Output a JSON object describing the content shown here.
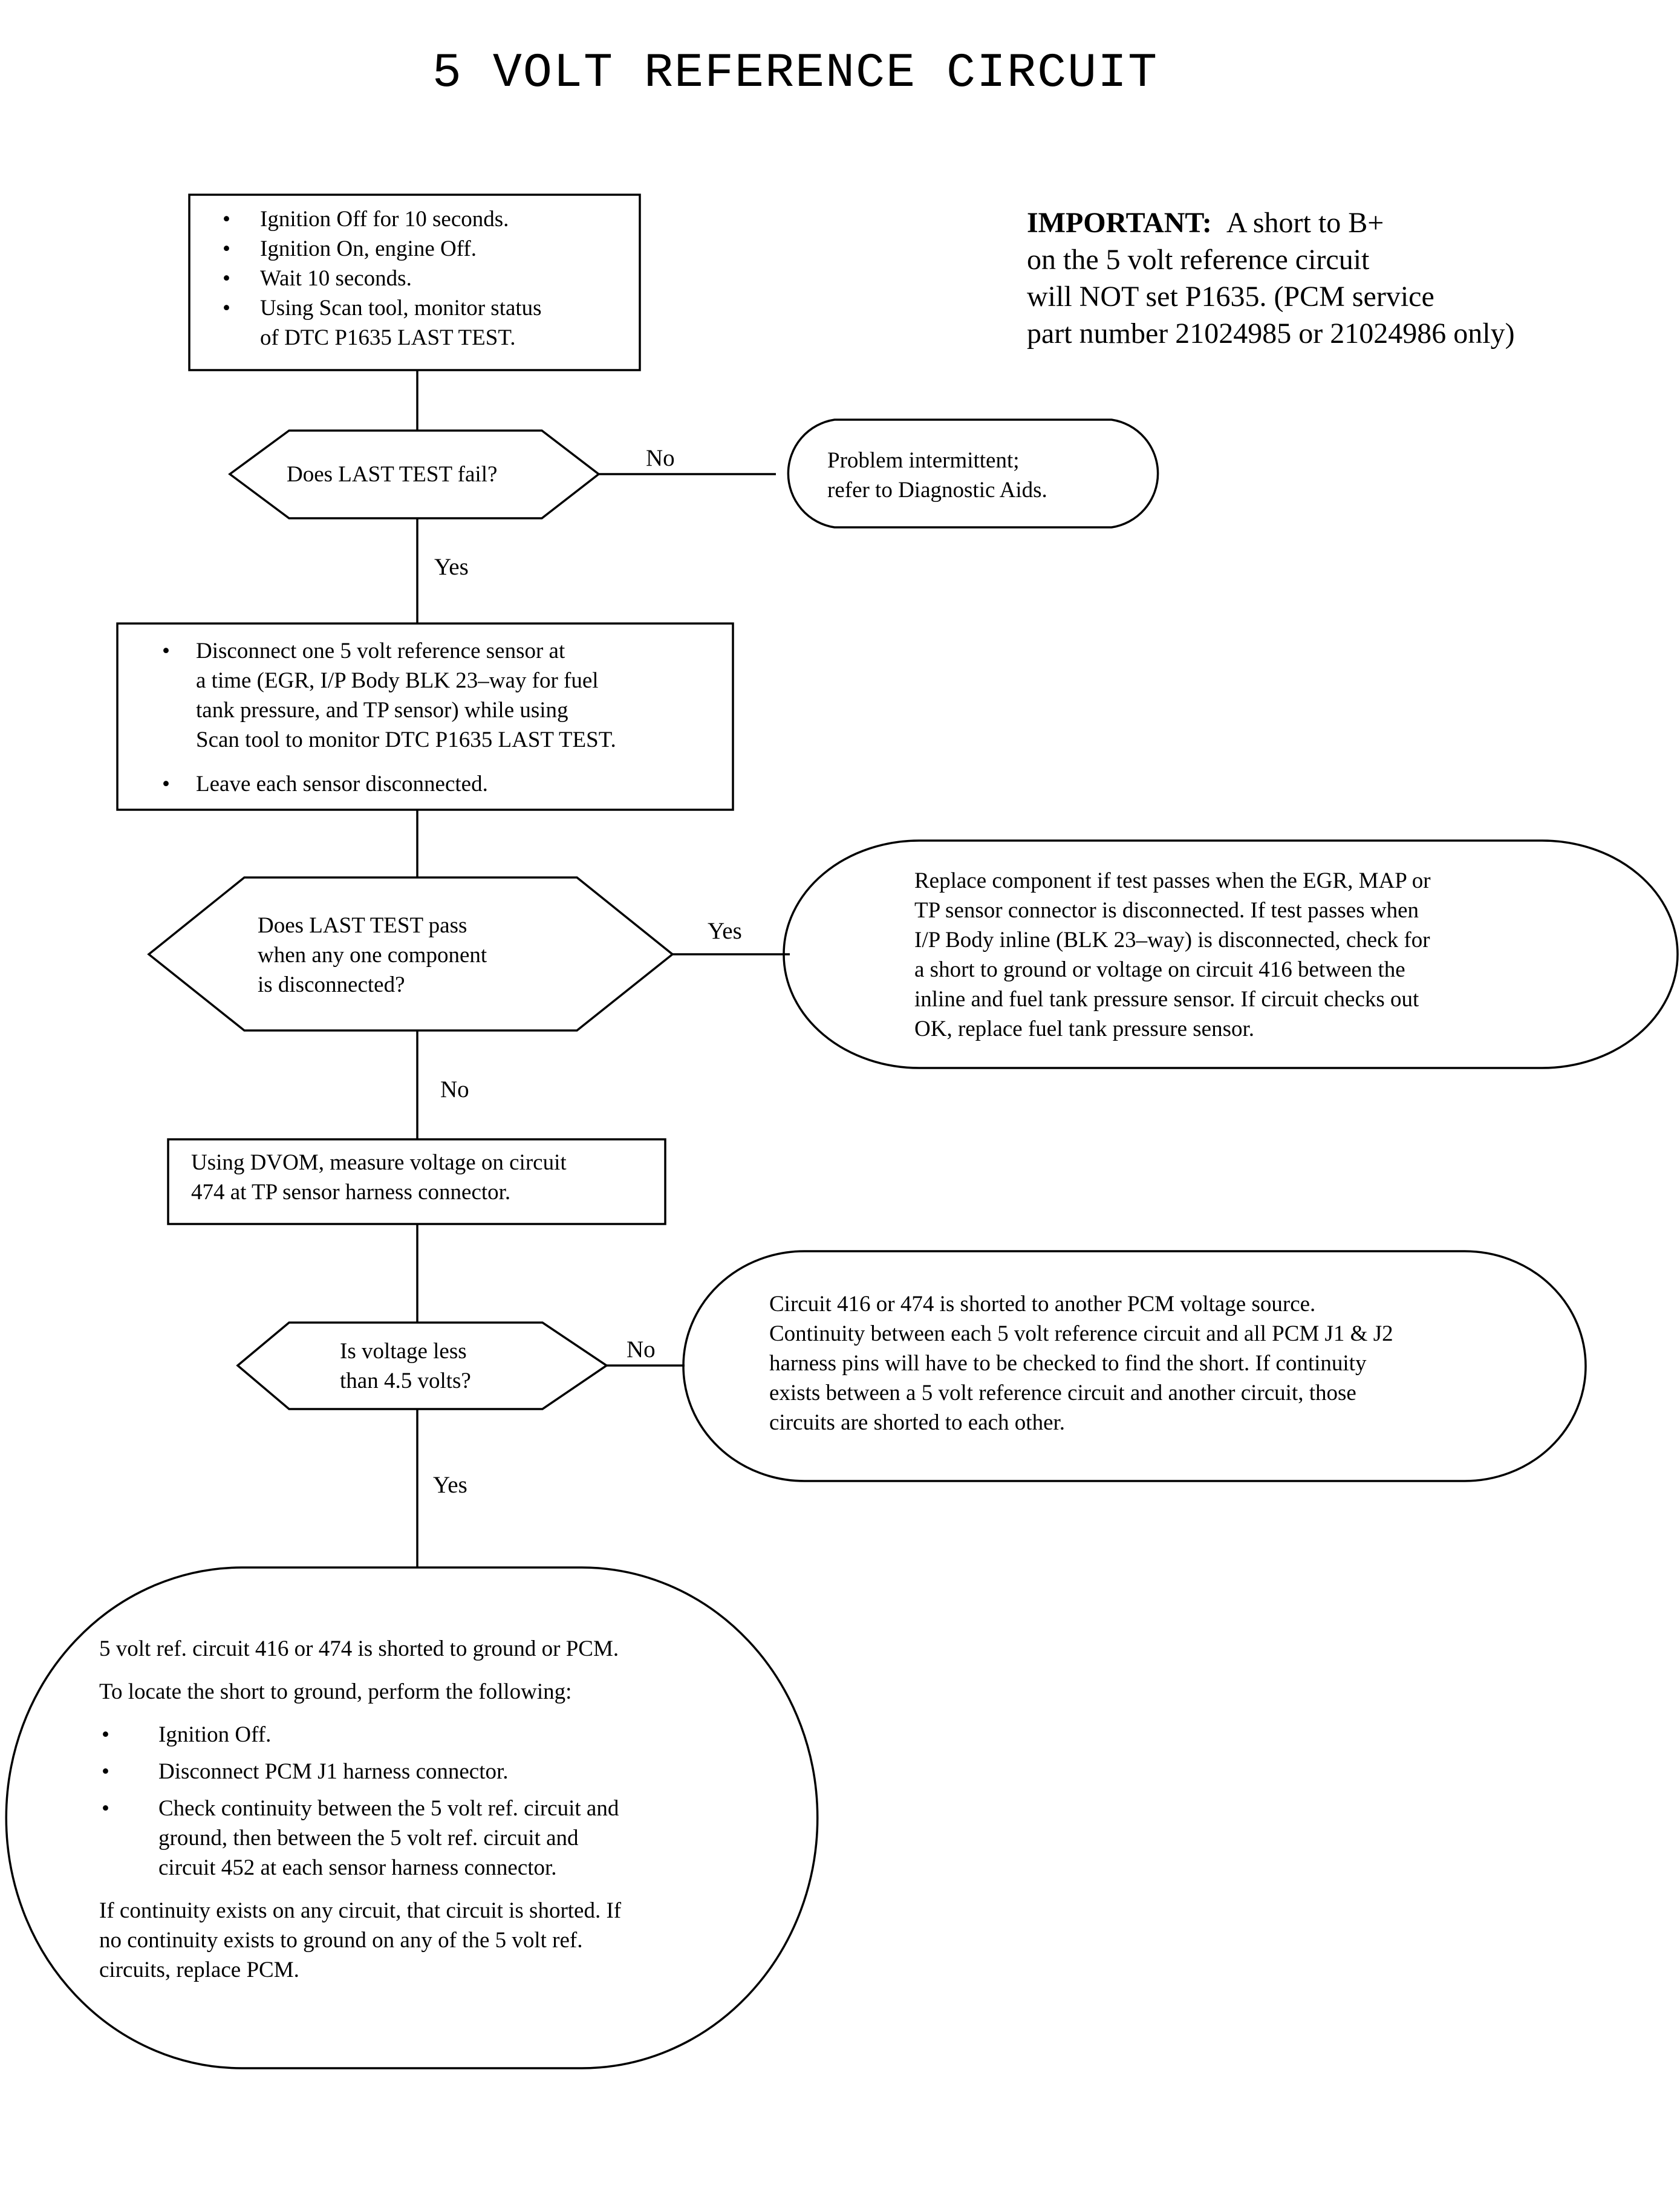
{
  "title": "5 VOLT REFERENCE CIRCUIT",
  "important": {
    "label": "IMPORTANT:",
    "lines": [
      "A short to B+",
      "on the 5 volt reference circuit",
      "will NOT set P1635. (PCM service",
      "part number 21024985 or 21024986 only)"
    ]
  },
  "box1": {
    "bullets": [
      "Ignition Off for 10 seconds.",
      "Ignition On, engine Off.",
      "Wait 10 seconds.",
      "Using Scan tool, monitor status",
      "of DTC P1635 LAST TEST."
    ]
  },
  "decision1": {
    "text": "Does LAST TEST fail?",
    "no_label": "No",
    "yes_label": "Yes"
  },
  "terminal1": {
    "lines": [
      "Problem intermittent;",
      "refer to Diagnostic Aids."
    ]
  },
  "box2": {
    "bullet1": [
      "Disconnect one 5 volt reference sensor at",
      "a time (EGR, I/P Body BLK 23–way for fuel",
      "tank pressure, and TP sensor) while using",
      "Scan tool to monitor DTC P1635 LAST TEST."
    ],
    "bullet2": "Leave each sensor disconnected."
  },
  "decision2": {
    "lines": [
      "Does LAST TEST pass",
      "when any one component",
      "is disconnected?"
    ],
    "yes_label": "Yes",
    "no_label": "No"
  },
  "terminal2": {
    "lines": [
      "Replace component if test passes when the EGR, MAP or",
      "TP sensor connector is disconnected. If test passes when",
      "I/P Body inline (BLK 23–way) is disconnected, check for",
      "a short to ground or voltage on circuit 416 between the",
      "inline and fuel tank pressure sensor. If circuit checks out",
      "OK, replace fuel tank pressure sensor."
    ]
  },
  "box3": {
    "lines": [
      "Using DVOM, measure voltage on circuit",
      "474 at TP sensor harness connector."
    ]
  },
  "decision3": {
    "lines": [
      "Is voltage less",
      "than 4.5 volts?"
    ],
    "no_label": "No",
    "yes_label": "Yes"
  },
  "terminal3": {
    "lines": [
      "Circuit 416 or 474 is shorted to another PCM voltage source.",
      "Continuity between each 5 volt reference circuit and all PCM J1 & J2",
      "harness pins will have to be checked to find the short. If continuity",
      "exists between a 5 volt reference circuit and another circuit, those",
      "circuits are shorted to each other."
    ]
  },
  "terminal4": {
    "line1": "5 volt ref. circuit 416 or 474 is shorted to ground or PCM.",
    "line2": "To locate the short to ground, perform the following:",
    "bullet1": "Ignition Off.",
    "bullet2": "Disconnect PCM J1 harness connector.",
    "bullet3": [
      "Check continuity between the 5 volt ref. circuit and",
      "ground, then between the 5 volt ref. circuit and",
      "circuit 452 at each sensor harness connector."
    ],
    "closing": [
      "If continuity exists on any circuit, that circuit is shorted. If",
      "no continuity exists to ground on any of the 5 volt ref.",
      "circuits, replace PCM."
    ]
  }
}
